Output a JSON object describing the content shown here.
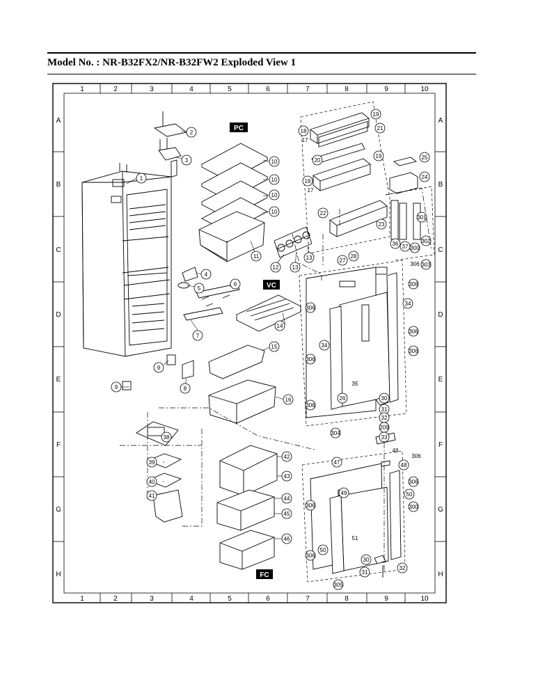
{
  "header": {
    "title": "Model No. : NR-B32FX2/NR-B32FW2    Exploded View 1"
  },
  "grid": {
    "columns": [
      "1",
      "2",
      "3",
      "4",
      "5",
      "6",
      "7",
      "8",
      "9",
      "10"
    ],
    "rows": [
      "A",
      "B",
      "C",
      "D",
      "E",
      "F",
      "G",
      "H"
    ]
  },
  "sections": {
    "pc": "PC",
    "vc": "VC",
    "fc": "FC"
  },
  "callouts": {
    "c1": "1",
    "c2": "2",
    "c3": "3",
    "c4": "4",
    "c5": "5",
    "c6": "6",
    "c7": "7",
    "c8": "8",
    "c9a": "9",
    "c9b": "9",
    "c10a": "10",
    "c10b": "10",
    "c10c": "10",
    "c10d": "10",
    "c11": "11",
    "c12": "12",
    "c13a": "13",
    "c13b": "13",
    "c14": "14",
    "c15": "15",
    "c16": "16",
    "c17a": "17",
    "c17b": "17",
    "c18a": "18",
    "c18b": "18",
    "c19a": "19",
    "c19b": "19",
    "c20": "20",
    "c21": "21",
    "c22": "22",
    "c23": "23",
    "c24": "24",
    "c25": "25",
    "c26": "26",
    "c27": "27",
    "c28": "28",
    "c30a": "30",
    "c30b": "30",
    "c31a": "31",
    "c31b": "31",
    "c32a": "32",
    "c32b": "32",
    "c33": "33",
    "c34a": "34",
    "c34b": "34",
    "c35": "35",
    "c36": "36",
    "c37": "37",
    "c38": "38",
    "c39": "39",
    "c40": "40",
    "c41": "41",
    "c42": "42",
    "c43": "43",
    "c44": "44",
    "c45": "45",
    "c46": "46",
    "c47": "47",
    "c48a": "48",
    "c48b": "48",
    "c49": "49",
    "c50a": "50",
    "c50b": "50",
    "c51": "51",
    "c300a": "300",
    "c300b": "300",
    "c301": "301",
    "c302": "302",
    "c303": "303",
    "c304": "304",
    "c305": "305",
    "c306a": "306",
    "c306b": "306",
    "c306c": "306",
    "c306d": "306",
    "c306e": "306",
    "c306f": "306",
    "c306g": "306",
    "c306h": "306",
    "c306i": "306",
    "c306j": "306",
    "c306k": "306",
    "c209": "209"
  }
}
